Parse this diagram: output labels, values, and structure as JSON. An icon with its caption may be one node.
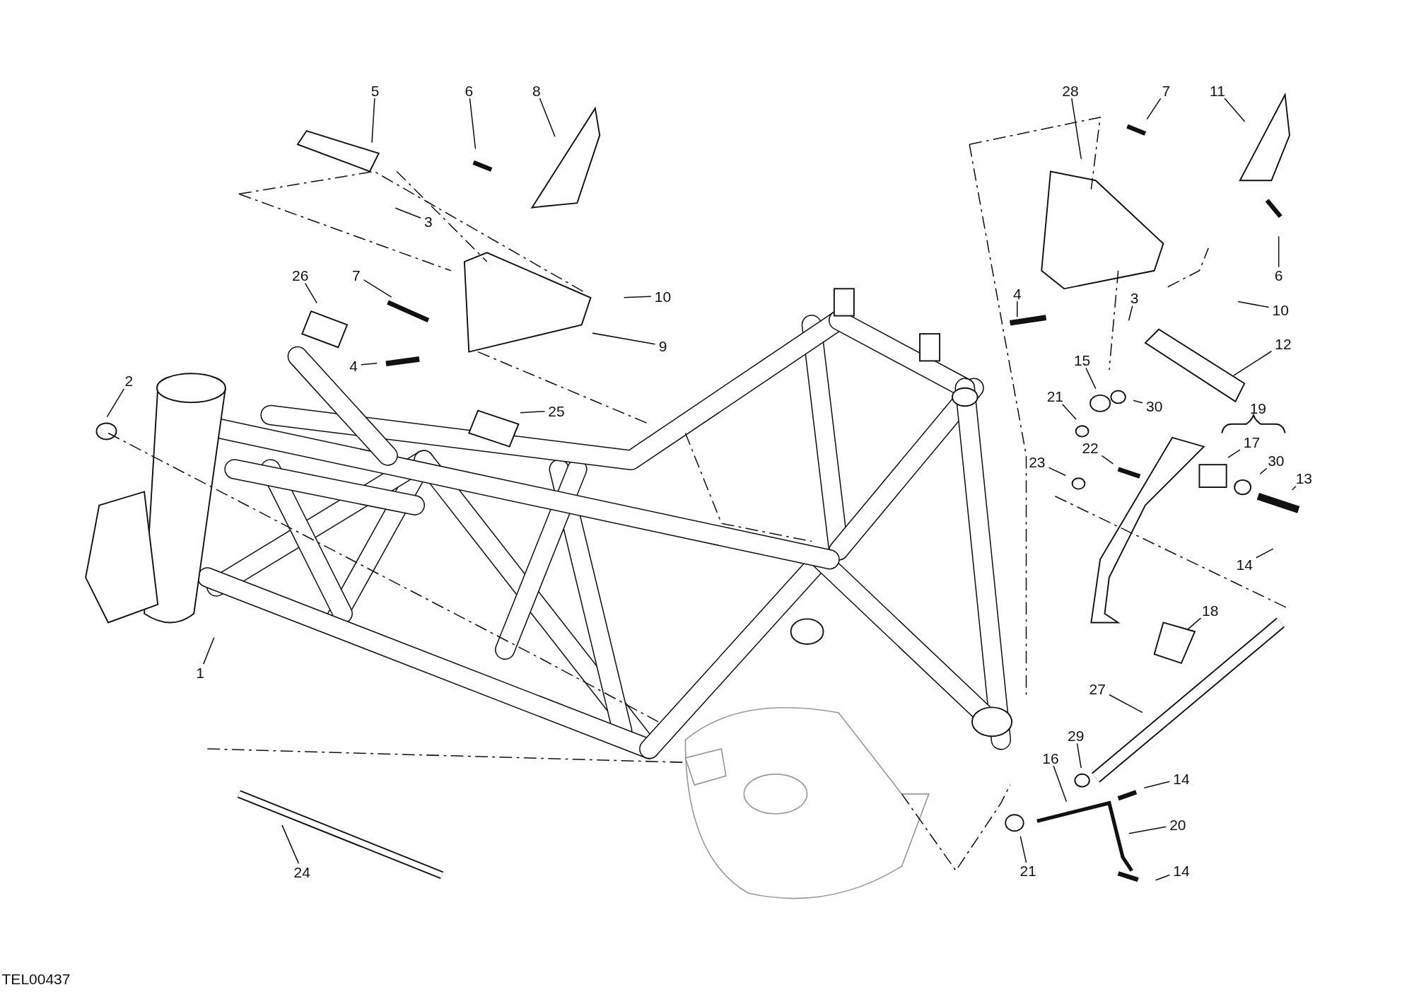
{
  "diagram": {
    "nodes": [
      {
        "text": [
          "5"
        ]
      },
      {
        "text": [
          "6"
        ]
      },
      {
        "text": [
          "8"
        ]
      },
      {
        "text": [
          "3"
        ]
      },
      {
        "text": [
          "26"
        ]
      },
      {
        "text": [
          "7"
        ]
      },
      {
        "text": [
          "10"
        ]
      },
      {
        "text": [
          "9"
        ]
      },
      {
        "text": [
          "4"
        ]
      },
      {
        "text": [
          "25"
        ]
      },
      {
        "text": [
          "2"
        ]
      },
      {
        "text": [
          "1"
        ]
      },
      {
        "text": [
          "24"
        ]
      },
      {
        "text": [
          "28"
        ]
      },
      {
        "text": [
          "7"
        ]
      },
      {
        "text": [
          "11"
        ]
      },
      {
        "text": [
          "6"
        ]
      },
      {
        "text": [
          "4"
        ]
      },
      {
        "text": [
          "3"
        ]
      },
      {
        "text": [
          "10"
        ]
      },
      {
        "text": [
          "12"
        ]
      },
      {
        "text": [
          "15"
        ]
      },
      {
        "text": [
          "30"
        ]
      },
      {
        "text": [
          "21"
        ]
      },
      {
        "text": [
          "22"
        ]
      },
      {
        "text": [
          "17"
        ]
      },
      {
        "text": [
          "30"
        ]
      },
      {
        "text": [
          "23"
        ]
      },
      {
        "text": [
          "13"
        ]
      },
      {
        "text": [
          "14"
        ]
      },
      {
        "text": [
          "18"
        ]
      },
      {
        "text": [
          "27"
        ]
      },
      {
        "text": [
          "29"
        ]
      },
      {
        "text": [
          "16"
        ]
      },
      {
        "text": [
          "14"
        ]
      },
      {
        "text": [
          "20"
        ]
      },
      {
        "text": [
          "21"
        ]
      },
      {
        "text": [
          "14"
        ]
      }
    ],
    "edges": [
      {
        "from": 0,
        "to": null,
        "arrow": "none"
      },
      {
        "from": 1,
        "to": null,
        "arrow": "none"
      },
      {
        "from": 2,
        "to": null,
        "arrow": "none"
      },
      {
        "from": 3,
        "to": null,
        "arrow": "none"
      },
      {
        "from": 4,
        "to": null,
        "arrow": "none"
      },
      {
        "from": 5,
        "to": null,
        "arrow": "none"
      },
      {
        "from": 6,
        "to": null,
        "arrow": "none"
      },
      {
        "from": 7,
        "to": null,
        "arrow": "none"
      },
      {
        "from": 8,
        "to": null,
        "arrow": "none"
      },
      {
        "from": 9,
        "to": null,
        "arrow": "none"
      },
      {
        "from": 10,
        "to": null,
        "arrow": "none"
      },
      {
        "from": 11,
        "to": null,
        "arrow": "none"
      },
      {
        "from": 12,
        "to": null,
        "arrow": "none"
      },
      {
        "from": 13,
        "to": null,
        "arrow": "none"
      },
      {
        "from": 14,
        "to": null,
        "arrow": "none"
      },
      {
        "from": 15,
        "to": null,
        "arrow": "none"
      },
      {
        "from": 16,
        "to": null,
        "arrow": "none"
      },
      {
        "from": 17,
        "to": null,
        "arrow": "none"
      },
      {
        "from": 18,
        "to": null,
        "arrow": "none"
      },
      {
        "from": 19,
        "to": null,
        "arrow": "none"
      },
      {
        "from": 20,
        "to": null,
        "arrow": "none"
      },
      {
        "from": 21,
        "to": null,
        "arrow": "none"
      },
      {
        "from": 22,
        "to": null,
        "arrow": "none"
      },
      {
        "from": 23,
        "to": null,
        "arrow": "none"
      },
      {
        "from": 24,
        "to": null,
        "arrow": "none"
      },
      {
        "from": 25,
        "to": null,
        "arrow": "none"
      },
      {
        "from": 26,
        "to": null,
        "arrow": "none"
      },
      {
        "from": 27,
        "to": null,
        "arrow": "none"
      },
      {
        "from": 28,
        "to": null,
        "arrow": "none"
      },
      {
        "from": 29,
        "to": null,
        "arrow": "none"
      },
      {
        "from": 30,
        "to": null,
        "arrow": "none"
      },
      {
        "from": 31,
        "to": null,
        "arrow": "none"
      },
      {
        "from": 32,
        "to": null,
        "arrow": "none"
      },
      {
        "from": 33,
        "to": null,
        "arrow": "none"
      },
      {
        "from": 34,
        "to": null,
        "arrow": "none"
      },
      {
        "from": 35,
        "to": null,
        "arrow": "none"
      },
      {
        "from": 36,
        "to": null,
        "arrow": "none"
      },
      {
        "from": 37,
        "to": null,
        "arrow": "none"
      }
    ],
    "labels": [
      "19",
      "TEL00437"
    ]
  }
}
